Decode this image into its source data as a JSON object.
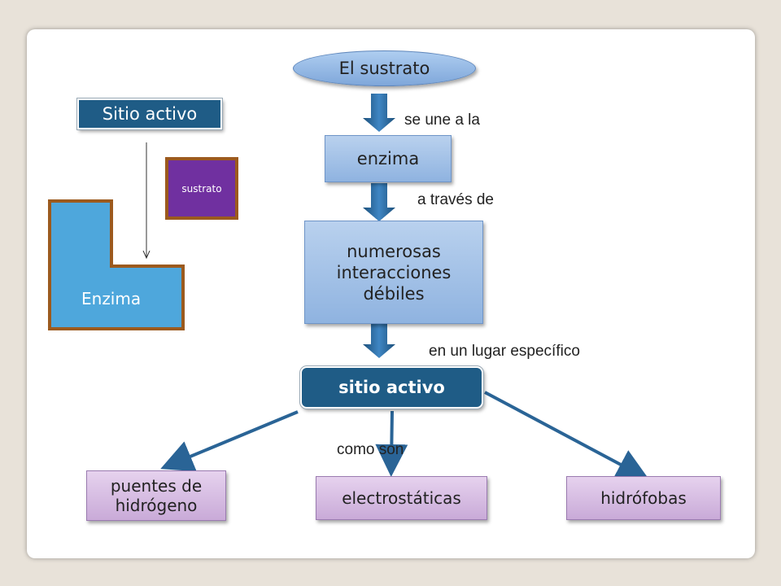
{
  "colors": {
    "dark_blue": "#1f5c86",
    "light_blue": "#9bbde6",
    "purple_box": "#d8bfe4",
    "substrate_purple": "#7030a0",
    "enzyme_blue": "#4ea7dc",
    "border_brown": "#9c5a1e"
  },
  "left_panel": {
    "sitio_activo_label": "Sitio activo",
    "sustrato_label": "sustrato",
    "enzima_label": "Enzima"
  },
  "flow": {
    "substrate_node": "El sustrato",
    "edge_1": "se une a la",
    "enzyme_node": "enzima",
    "edge_2": "a través de",
    "interactions_node": "numerosas interacciones débiles",
    "edge_3": "en un lugar específico",
    "active_site_node": "sitio activo",
    "edge_4": "como son",
    "types": [
      {
        "label": "puentes de hidrógeno"
      },
      {
        "label": "electrostáticas"
      },
      {
        "label": "hidrófobas"
      }
    ]
  }
}
